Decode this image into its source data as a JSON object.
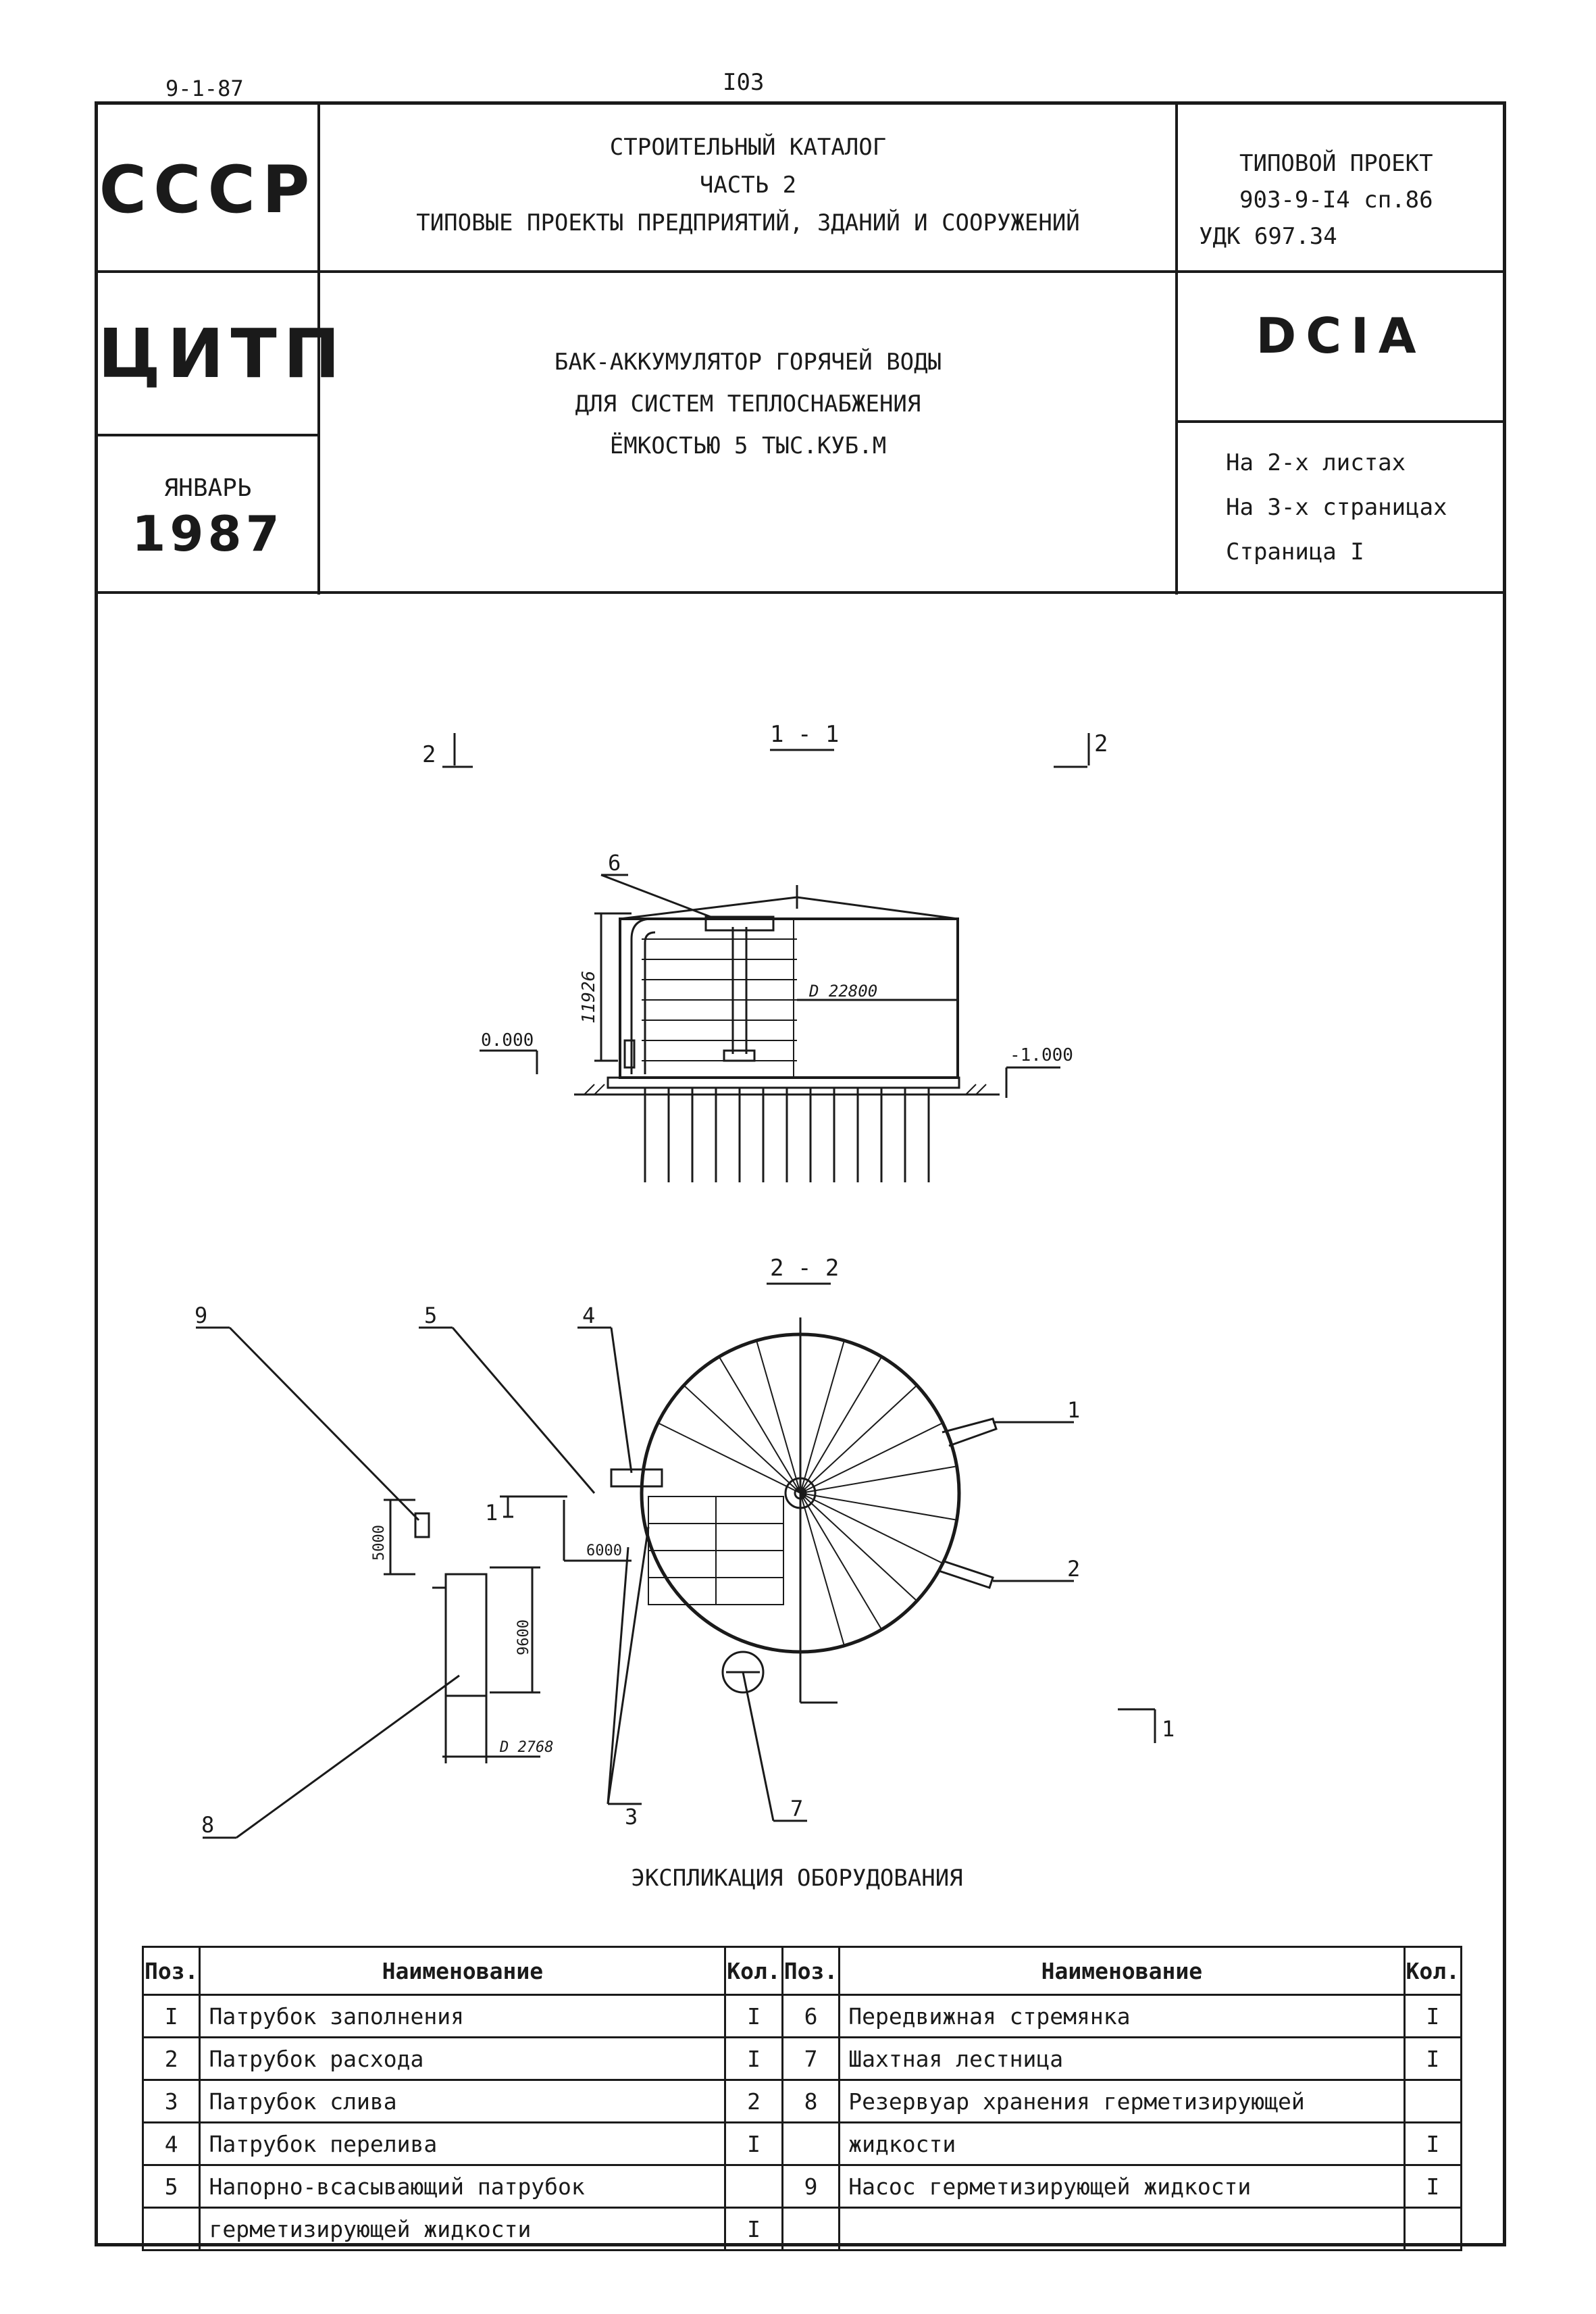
{
  "top": {
    "left_code": "9-1-87",
    "page_number": "I03"
  },
  "header": {
    "ussr": "СССР",
    "citp": "ЦИТП",
    "month": "ЯНВАРЬ",
    "year": "1987",
    "catalog_lines": [
      "СТРОИТЕЛЬНЫЙ КАТАЛОГ",
      "ЧАСТЬ 2",
      "ТИПОВЫЕ ПРОЕКТЫ ПРЕДПРИЯТИЙ, ЗДАНИЙ И СООРУЖЕНИЙ"
    ],
    "project_lines": [
      "ТИПОВОЙ ПРОЕКТ",
      "903-9-I4 сп.86",
      "УДК 697.34"
    ],
    "doc_title_lines": [
      "БАК-АККУМУЛЯТОР ГОРЯЧЕЙ ВОДЫ",
      "ДЛЯ СИСТЕМ ТЕПЛОСНАБЖЕНИЯ",
      "ЁМКОСТЬЮ 5 ТЫС.КУБ.М"
    ],
    "code": "DCIA",
    "sheet_lines": [
      "На 2-х листах",
      "На 3-х страницах",
      "Страница I"
    ]
  },
  "drawing": {
    "section_1_label": "1 - 1",
    "section_2_label": "2 - 2",
    "cut_2": "2",
    "cut_1": "1",
    "diameter_label": "D 22800",
    "height_label": "11926",
    "level_zero": "0.000",
    "level_minus": "-1.000",
    "dim_5000": "5000",
    "dim_9600": "9600",
    "dim_6000": "6000",
    "dim_d2768": "D 2768",
    "callouts": [
      "1",
      "2",
      "3",
      "4",
      "5",
      "6",
      "7",
      "8",
      "9"
    ]
  },
  "explication": {
    "title": "ЭКСПЛИКАЦИЯ ОБОРУДОВАНИЯ",
    "headers": {
      "pos": "Поз.",
      "name": "Наименование",
      "qty": "Кол."
    },
    "rows": [
      {
        "p1": "I",
        "n1": "Патрубок заполнения",
        "q1": "I",
        "p2": "6",
        "n2": "Передвижная стремянка",
        "q2": "I"
      },
      {
        "p1": "2",
        "n1": "Патрубок расхода",
        "q1": "I",
        "p2": "7",
        "n2": "Шахтная лестница",
        "q2": "I"
      },
      {
        "p1": "3",
        "n1": "Патрубок слива",
        "q1": "2",
        "p2": "8",
        "n2": "Резервуар хранения герметизирующей",
        "q2": ""
      },
      {
        "p1": "4",
        "n1": "Патрубок перелива",
        "q1": "I",
        "p2": "",
        "n2": "жидкости",
        "q2": "I"
      },
      {
        "p1": "5",
        "n1": "Напорно-всасывающий патрубок",
        "q1": "",
        "p2": "9",
        "n2": "Насос герметизирующей жидкости",
        "q2": "I"
      },
      {
        "p1": "",
        "n1": "герметизирующей жидкости",
        "q1": "I",
        "p2": "",
        "n2": "",
        "q2": ""
      }
    ]
  }
}
